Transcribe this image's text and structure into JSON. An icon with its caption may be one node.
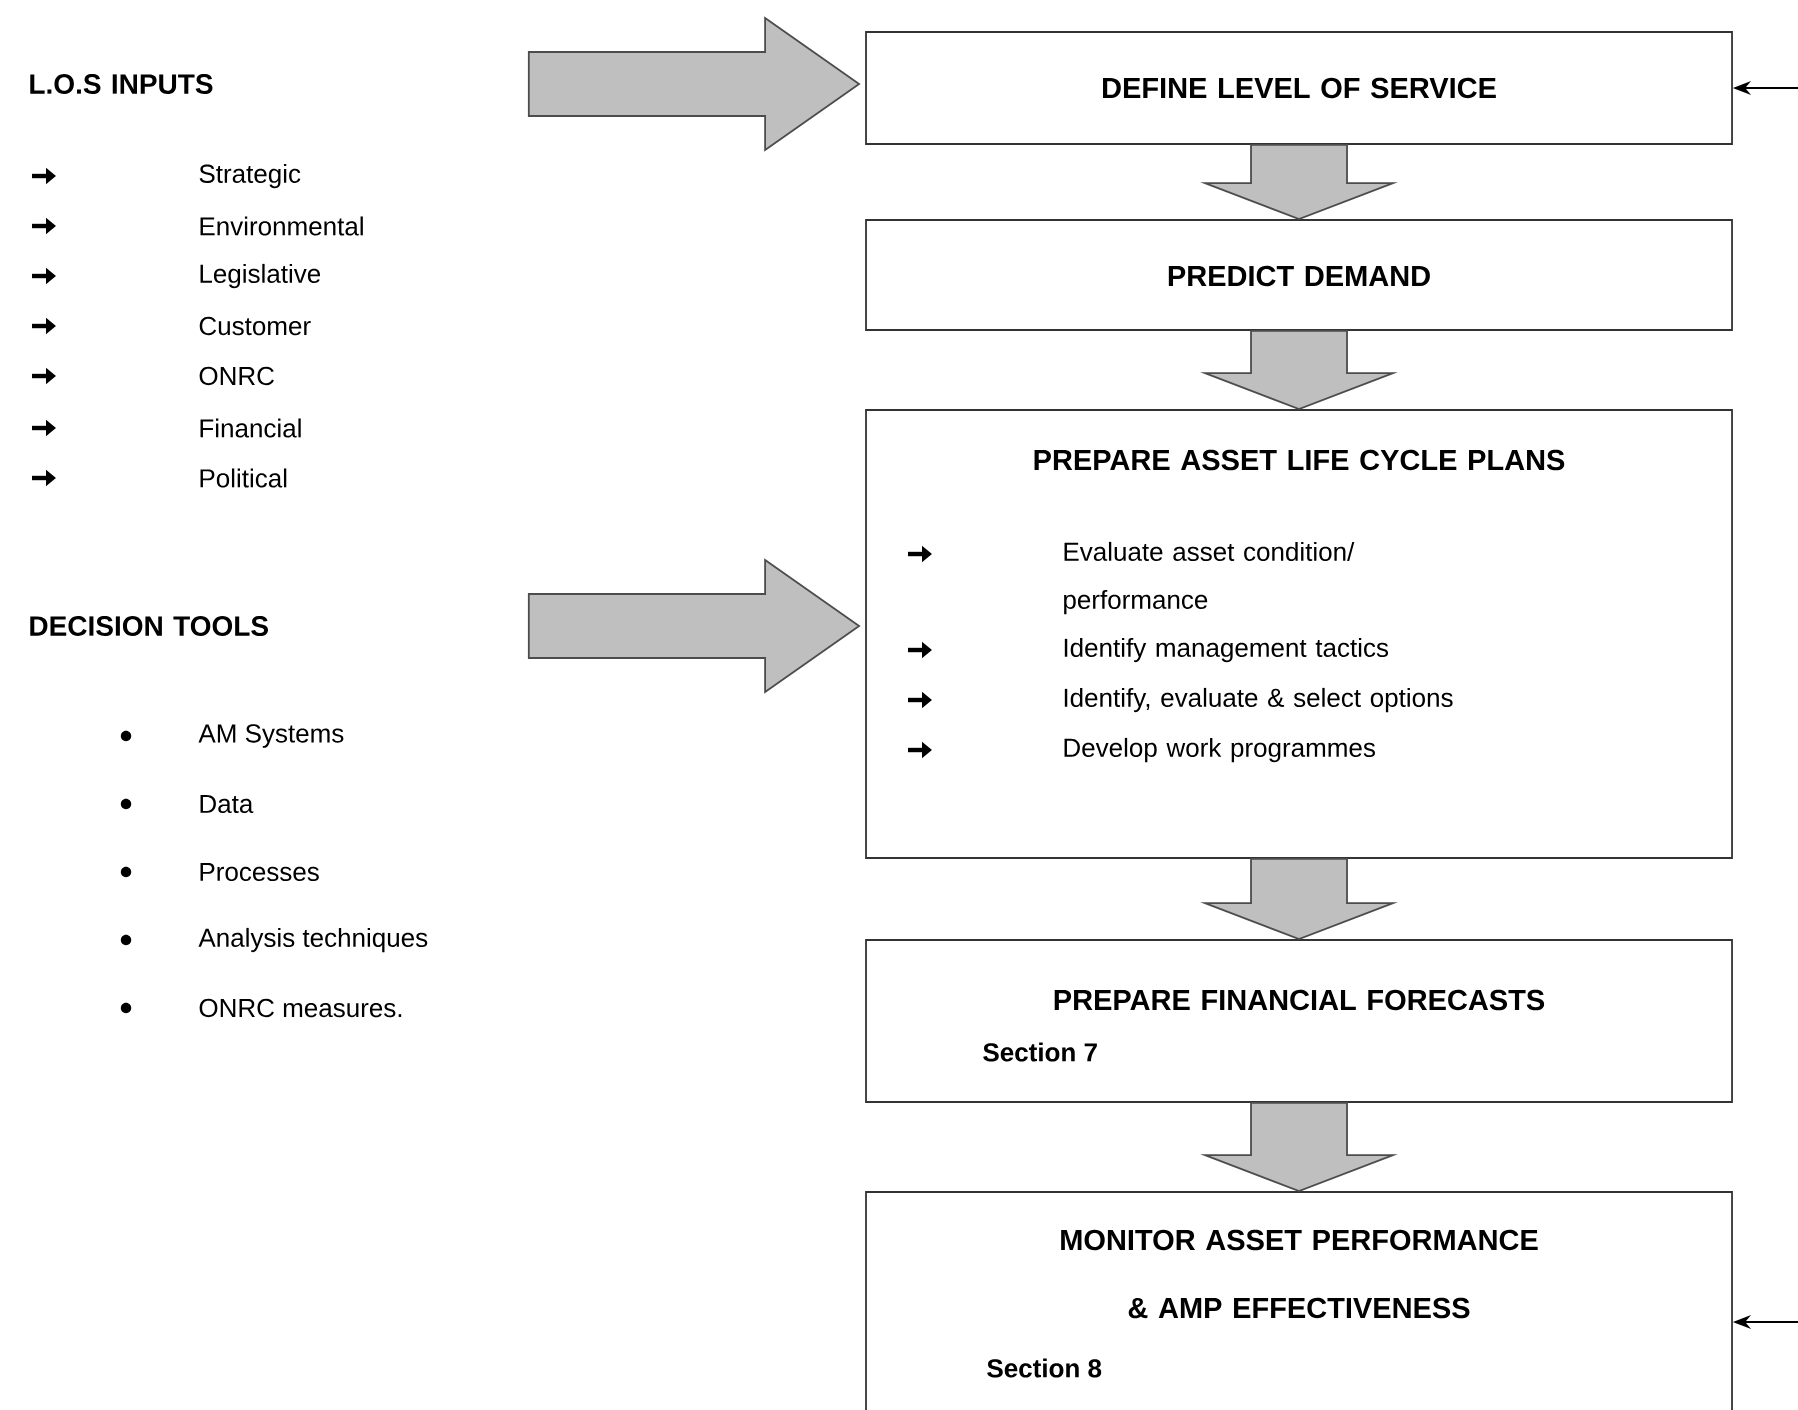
{
  "diagram": {
    "nodes": [
      {
        "text": [
          "L.O.S INPUTS",
          "Strategic",
          "Environmental",
          "Legislative",
          "Customer",
          "ONRC",
          "Financial",
          "Political"
        ]
      },
      {
        "text": [
          "DECISION TOOLS",
          "AM Systems",
          "Data",
          "Processes",
          "Analysis techniques",
          "ONRC measures."
        ]
      },
      {
        "text": [
          "DEFINE LEVEL OF SERVICE"
        ]
      },
      {
        "text": [
          "PREDICT DEMAND"
        ]
      },
      {
        "text": [
          "PREPARE ASSET LIFE CYCLE PLANS",
          "Evaluate asset condition/ performance",
          "Identify management tactics",
          "Identify, evaluate & select options",
          "Develop work programmes"
        ]
      },
      {
        "text": [
          "PREPARE FINANCIAL FORECASTS",
          "Section 7"
        ]
      },
      {
        "text": [
          "MONITOR ASSET PERFORMANCE & AMP EFFECTIVENESS",
          "Section 8"
        ]
      }
    ],
    "edges": [
      {
        "from": 0,
        "to": 2,
        "arrow": "to"
      },
      {
        "from": 1,
        "to": 4,
        "arrow": "to"
      },
      {
        "from": 2,
        "to": 3,
        "arrow": "to"
      },
      {
        "from": 3,
        "to": 4,
        "arrow": "to"
      },
      {
        "from": 4,
        "to": 5,
        "arrow": "to"
      },
      {
        "from": 5,
        "to": 6,
        "arrow": "to"
      },
      {
        "from": null,
        "to": 2,
        "arrow": "to"
      },
      {
        "from": null,
        "to": 6,
        "arrow": "to"
      }
    ]
  }
}
